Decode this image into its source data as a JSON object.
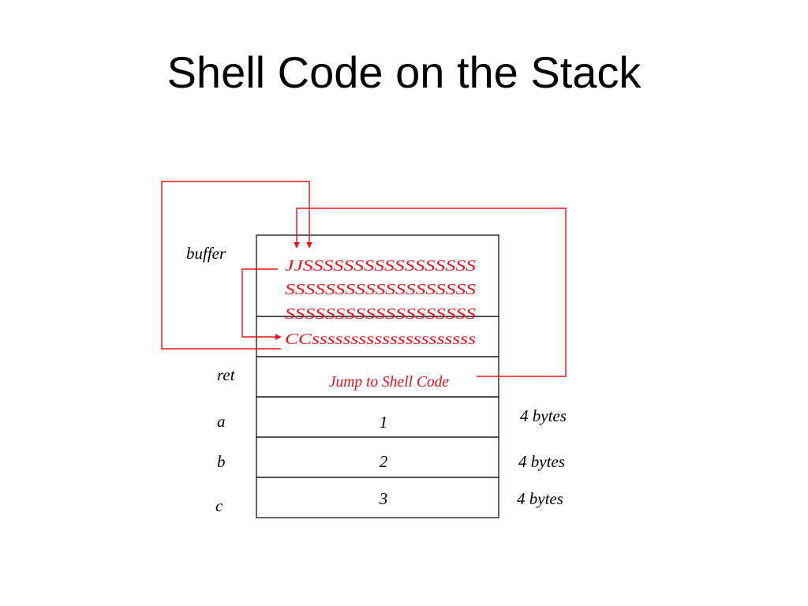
{
  "slide": {
    "title": "Shell Code on the Stack"
  },
  "stack": {
    "buffer_label": "buffer",
    "ret_label": "ret",
    "a_label": "a",
    "b_label": "b",
    "c_label": "c",
    "buffer_lines": [
      "JJSSSSSSSSSSSSSSSSS",
      "SSSSSSSSSSSSSSSSSSS",
      "SSSSSSSSSSSSSSSSSSS",
      "CCsssssssssssssssssssss"
    ],
    "ret_value": "Jump to Shell Code",
    "a_value": "1",
    "b_value": "2",
    "c_value": "3",
    "a_size": "4 bytes",
    "b_size": "4 bytes",
    "c_size": "4 bytes"
  },
  "colors": {
    "accent": "#e8141c",
    "line": "#000000"
  }
}
